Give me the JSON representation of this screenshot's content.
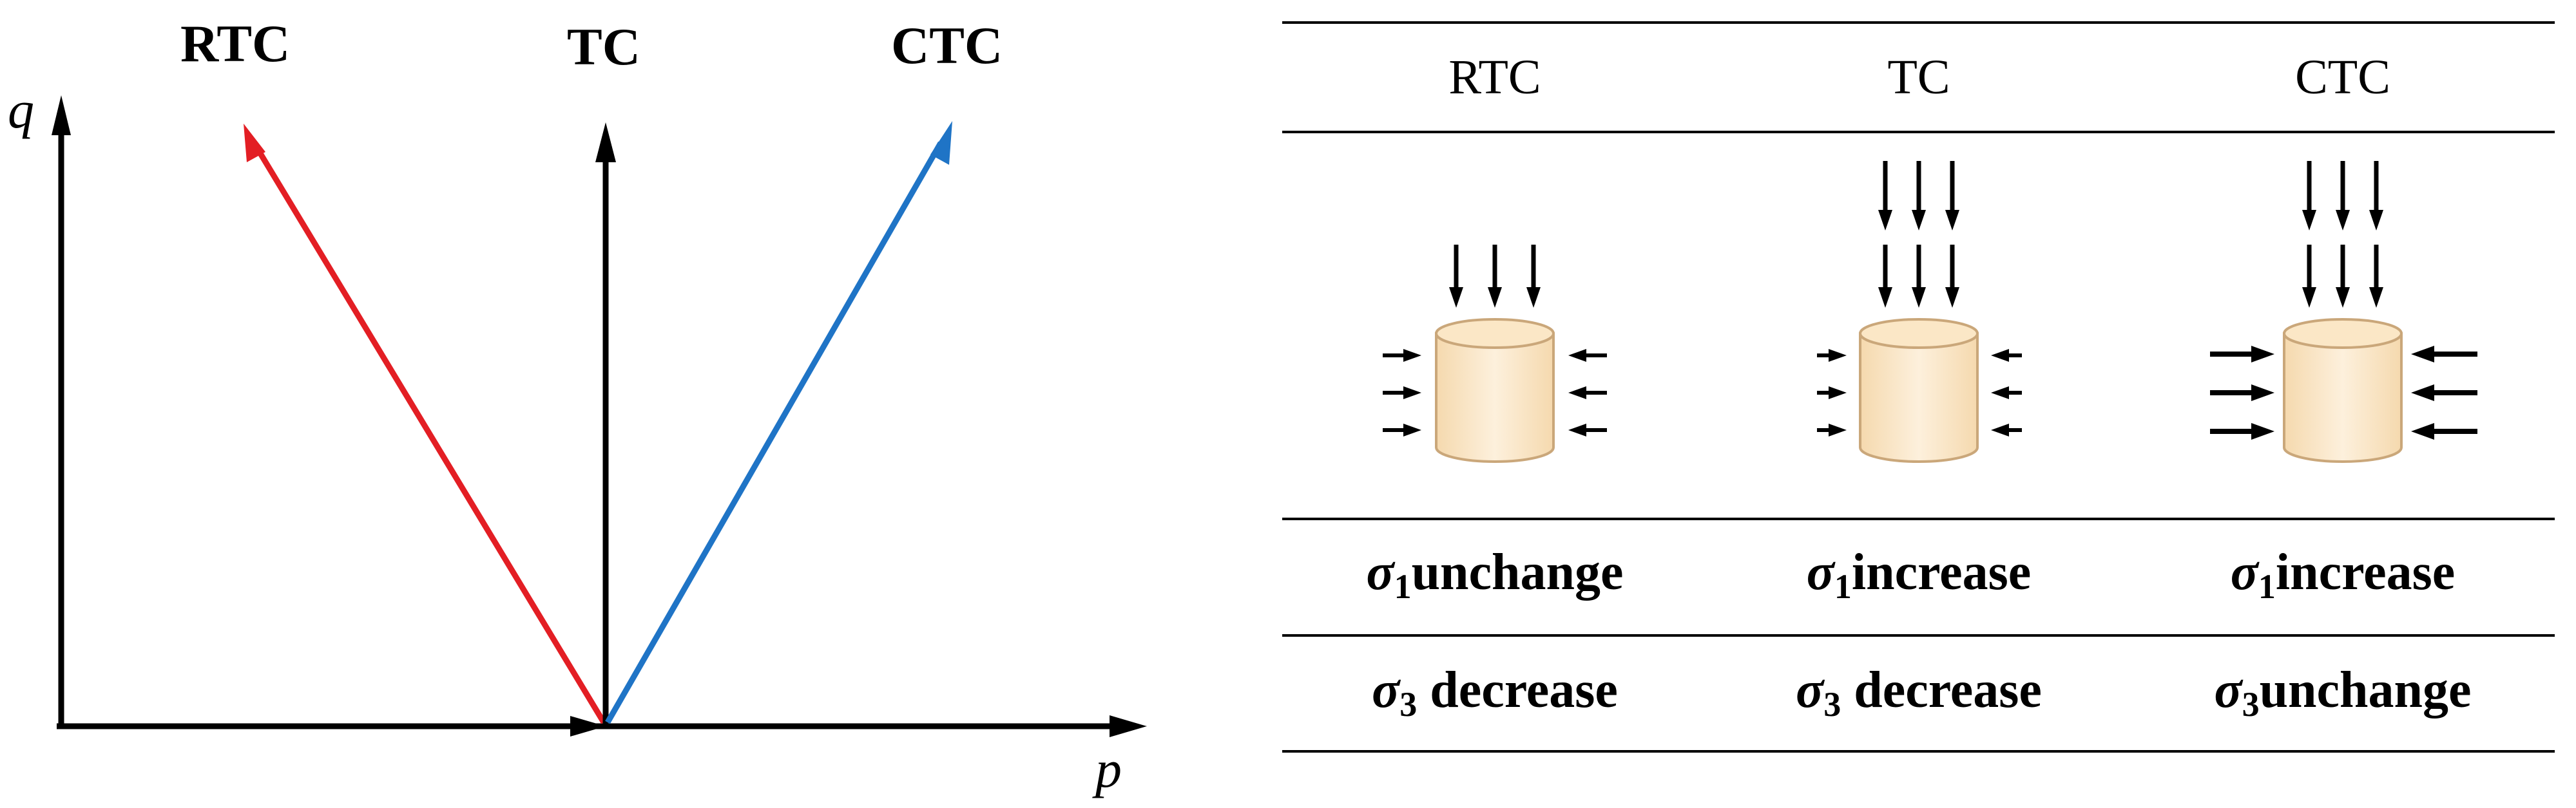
{
  "stress_path_diagram": {
    "axis_labels": {
      "y": "q",
      "x": "p"
    },
    "paths": [
      {
        "key": "RTC",
        "label": "RTC",
        "color": "#e31e24",
        "direction": "up-left"
      },
      {
        "key": "TC",
        "label": "TC",
        "color": "#000000",
        "direction": "up"
      },
      {
        "key": "CTC",
        "label": "CTC",
        "color": "#1f74c6",
        "direction": "up-right"
      }
    ]
  },
  "table": {
    "columns": [
      {
        "header": "RTC",
        "row1": {
          "symbol": "σ",
          "sub": "1",
          "text": "unchange"
        },
        "row2": {
          "symbol": "σ",
          "sub": "3",
          "text": " decrease"
        }
      },
      {
        "header": "TC",
        "row1": {
          "symbol": "σ",
          "sub": "1",
          "text": "increase"
        },
        "row2": {
          "symbol": "σ",
          "sub": "3",
          "text": " decrease"
        }
      },
      {
        "header": "CTC",
        "row1": {
          "symbol": "σ",
          "sub": "1",
          "text": "increase"
        },
        "row2": {
          "symbol": "σ",
          "sub": "3",
          "text": "unchange"
        }
      }
    ],
    "specimen": {
      "fill": "#fbe7c6",
      "stroke": "#caa77a"
    }
  }
}
